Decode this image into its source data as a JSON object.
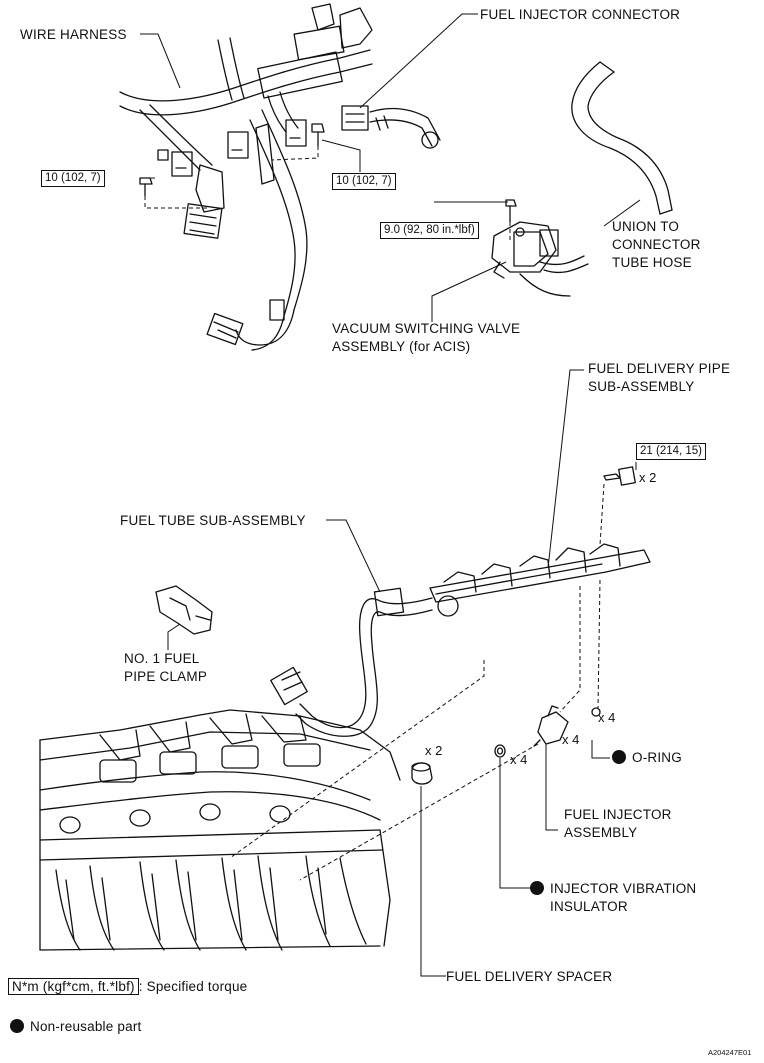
{
  "labels": {
    "wire_harness": "WIRE HARNESS",
    "fuel_injector_connector": "FUEL INJECTOR CONNECTOR",
    "union_hose": "UNION TO\nCONNECTOR\nTUBE HOSE",
    "vsv": "VACUUM SWITCHING VALVE\nASSEMBLY (for ACIS)",
    "fuel_delivery_pipe": "FUEL DELIVERY PIPE\nSUB-ASSEMBLY",
    "fuel_tube": "FUEL TUBE SUB-ASSEMBLY",
    "no1_clamp": "NO. 1 FUEL\nPIPE CLAMP",
    "o_ring": "O-RING",
    "fuel_injector_assembly": "FUEL INJECTOR\nASSEMBLY",
    "injector_insulator": "INJECTOR VIBRATION\nINSULATOR",
    "fuel_delivery_spacer": "FUEL DELIVERY SPACER"
  },
  "torques": {
    "left_bolt": "10 (102, 7)",
    "right_bolt": "10 (102, 7)",
    "vsv_bolt": "9.0 (92, 80 in.*lbf)",
    "pipe_bolt": "21 (214, 15)"
  },
  "multipliers": {
    "pipe_bolt": "x 2",
    "o_ring": "x 4",
    "injector": "x 4",
    "insulator": "x 4",
    "spacer": "x 2"
  },
  "legend": {
    "torque_unit": "N*m (kgf*cm, ft.*lbf)",
    "torque_text": ": Specified torque",
    "non_reusable": "Non-reusable part"
  },
  "figure_code": "A204247E01"
}
